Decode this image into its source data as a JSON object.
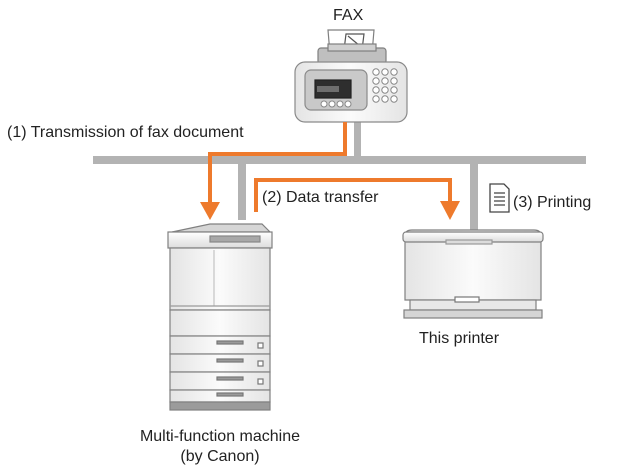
{
  "labels": {
    "fax": "FAX",
    "step1": "(1) Transmission of fax document",
    "step2": "(2) Data transfer",
    "step3": "(3) Printing",
    "printer": "This printer",
    "mfp_line1": "Multi-function machine",
    "mfp_line2": "(by Canon)"
  },
  "colors": {
    "arrow": "#ee7a2c",
    "network": "#b3b3b3",
    "device_body": "#f2f2f2",
    "device_outline": "#888888"
  },
  "icons": [
    "fax-machine-icon",
    "multifunction-machine-icon",
    "printer-icon",
    "document-icon"
  ]
}
